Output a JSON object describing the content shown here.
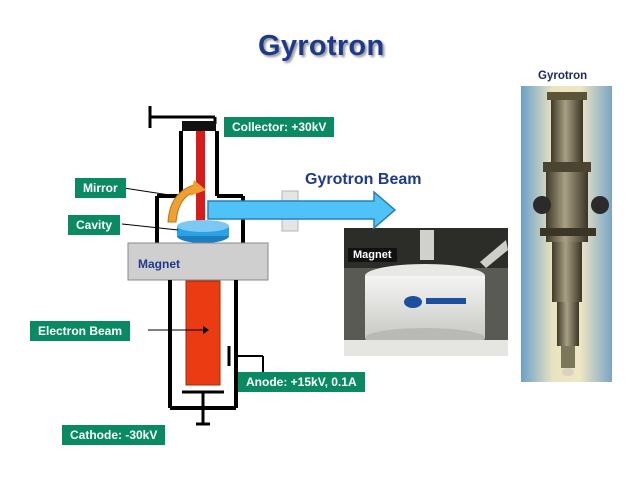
{
  "title": "Gyrotron",
  "photo_caption": "Gyrotron",
  "labels": {
    "collector": "Collector:  +30kV",
    "mirror": "Mirror",
    "cavity": "Cavity",
    "magnet": "Magnet",
    "electron_beam": "Electron Beam",
    "anode": "Anode:  +15kV, 0.1A",
    "cathode": "Cathode:  -30kV",
    "gyrotron_beam": "Gyrotron Beam",
    "magnet_photo_tag": "Magnet"
  },
  "colors": {
    "title": "#1e3a8a",
    "label_bg": "#0a8a62",
    "collector_rod": "#d81b1b",
    "electron_beam": "#ea3b12",
    "gyrotron_beam": "#4fc3f7",
    "cavity": "#29a3e6",
    "mirror": "#f0a030",
    "magnet": "#cfcfcf"
  }
}
